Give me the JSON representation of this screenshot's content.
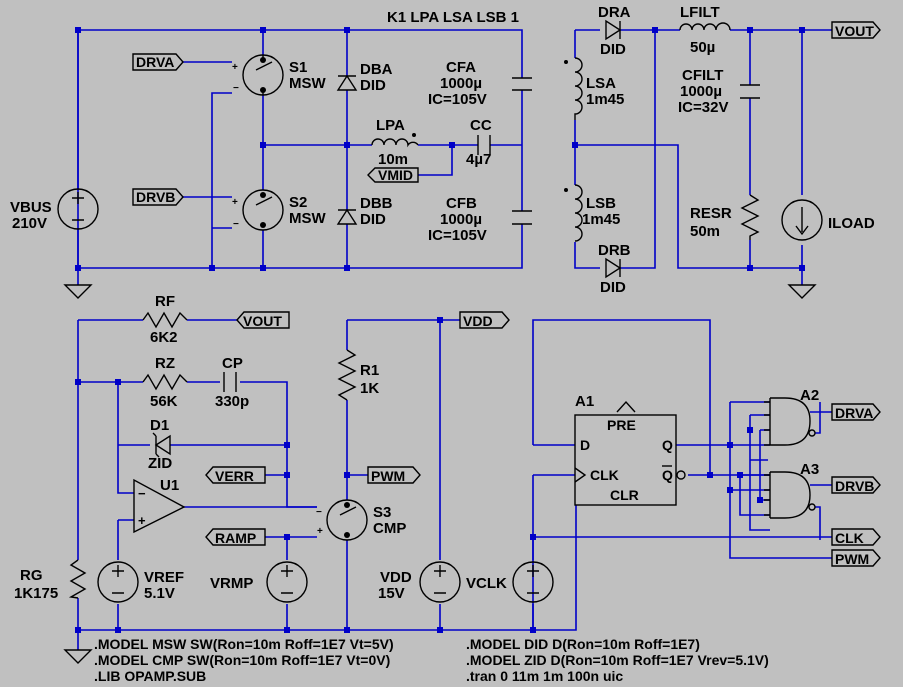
{
  "directive_k": "K1 LPA LSA LSB 1",
  "nets": {
    "drva": "DRVA",
    "drvb": "DRVB",
    "vout": "VOUT",
    "vmid": "VMID",
    "vdd": "VDD",
    "verr": "VERR",
    "pwm": "PWM",
    "ramp": "RAMP",
    "clk": "CLK"
  },
  "components": {
    "s1": {
      "name": "S1",
      "model": "MSW"
    },
    "s2": {
      "name": "S2",
      "model": "MSW"
    },
    "s3": {
      "name": "S3",
      "model": "CMP"
    },
    "dba": {
      "name": "DBA",
      "model": "DID"
    },
    "dbb": {
      "name": "DBB",
      "model": "DID"
    },
    "dra": {
      "name": "DRA",
      "model": "DID"
    },
    "drb": {
      "name": "DRB",
      "model": "DID"
    },
    "d1": {
      "name": "D1",
      "model": "ZID"
    },
    "lpa": {
      "name": "LPA",
      "value": "10m"
    },
    "lsa": {
      "name": "LSA",
      "value": "1m45"
    },
    "lsb": {
      "name": "LSB",
      "value": "1m45"
    },
    "lfilt": {
      "name": "LFILT",
      "value": "50µ"
    },
    "cfa": {
      "name": "CFA",
      "value": "1000µ",
      "ic": "IC=105V"
    },
    "cfb": {
      "name": "CFB",
      "value": "1000µ",
      "ic": "IC=105V"
    },
    "cc": {
      "name": "CC",
      "value": "4µ7"
    },
    "cfilt": {
      "name": "CFILT",
      "value": "1000µ",
      "ic": "IC=32V"
    },
    "cp": {
      "name": "CP",
      "value": "330p"
    },
    "resr": {
      "name": "RESR",
      "value": "50m"
    },
    "rf": {
      "name": "RF",
      "value": "6K2"
    },
    "rz": {
      "name": "RZ",
      "value": "56K"
    },
    "rg": {
      "name": "RG",
      "value": "1K175"
    },
    "r1": {
      "name": "R1",
      "value": "1K"
    },
    "vbus": {
      "name": "VBUS",
      "value": "210V"
    },
    "iload": {
      "name": "ILOAD"
    },
    "u1": {
      "name": "U1"
    },
    "vref": {
      "name": "VREF",
      "value": "5.1V"
    },
    "vrmp": {
      "name": "VRMP"
    },
    "vdd": {
      "name": "VDD",
      "value": "15V"
    },
    "vclk": {
      "name": "VCLK"
    },
    "a1": {
      "name": "A1",
      "pins": {
        "d": "D",
        "pre": "PRE",
        "q": "Q",
        "qbar": "Q",
        "clk": "CLK",
        "clr": "CLR"
      }
    },
    "a2": {
      "name": "A2"
    },
    "a3": {
      "name": "A3"
    }
  },
  "directives": {
    "model_msw": ".MODEL MSW SW(Ron=10m Roff=1E7 Vt=5V)",
    "model_cmp": ".MODEL CMP SW(Ron=10m Roff=1E7 Vt=0V)",
    "lib": ".LIB OPAMP.SUB",
    "model_did": ".MODEL DID D(Ron=10m Roff=1E7)",
    "model_zid": ".MODEL ZID D(Ron=10m Roff=1E7 Vrev=5.1V)",
    "tran": ".tran 0 11m 1m 100n uic"
  },
  "colors": {
    "background": "#c0c0c0",
    "wire": "#0000c8",
    "symbol": "#000000"
  }
}
